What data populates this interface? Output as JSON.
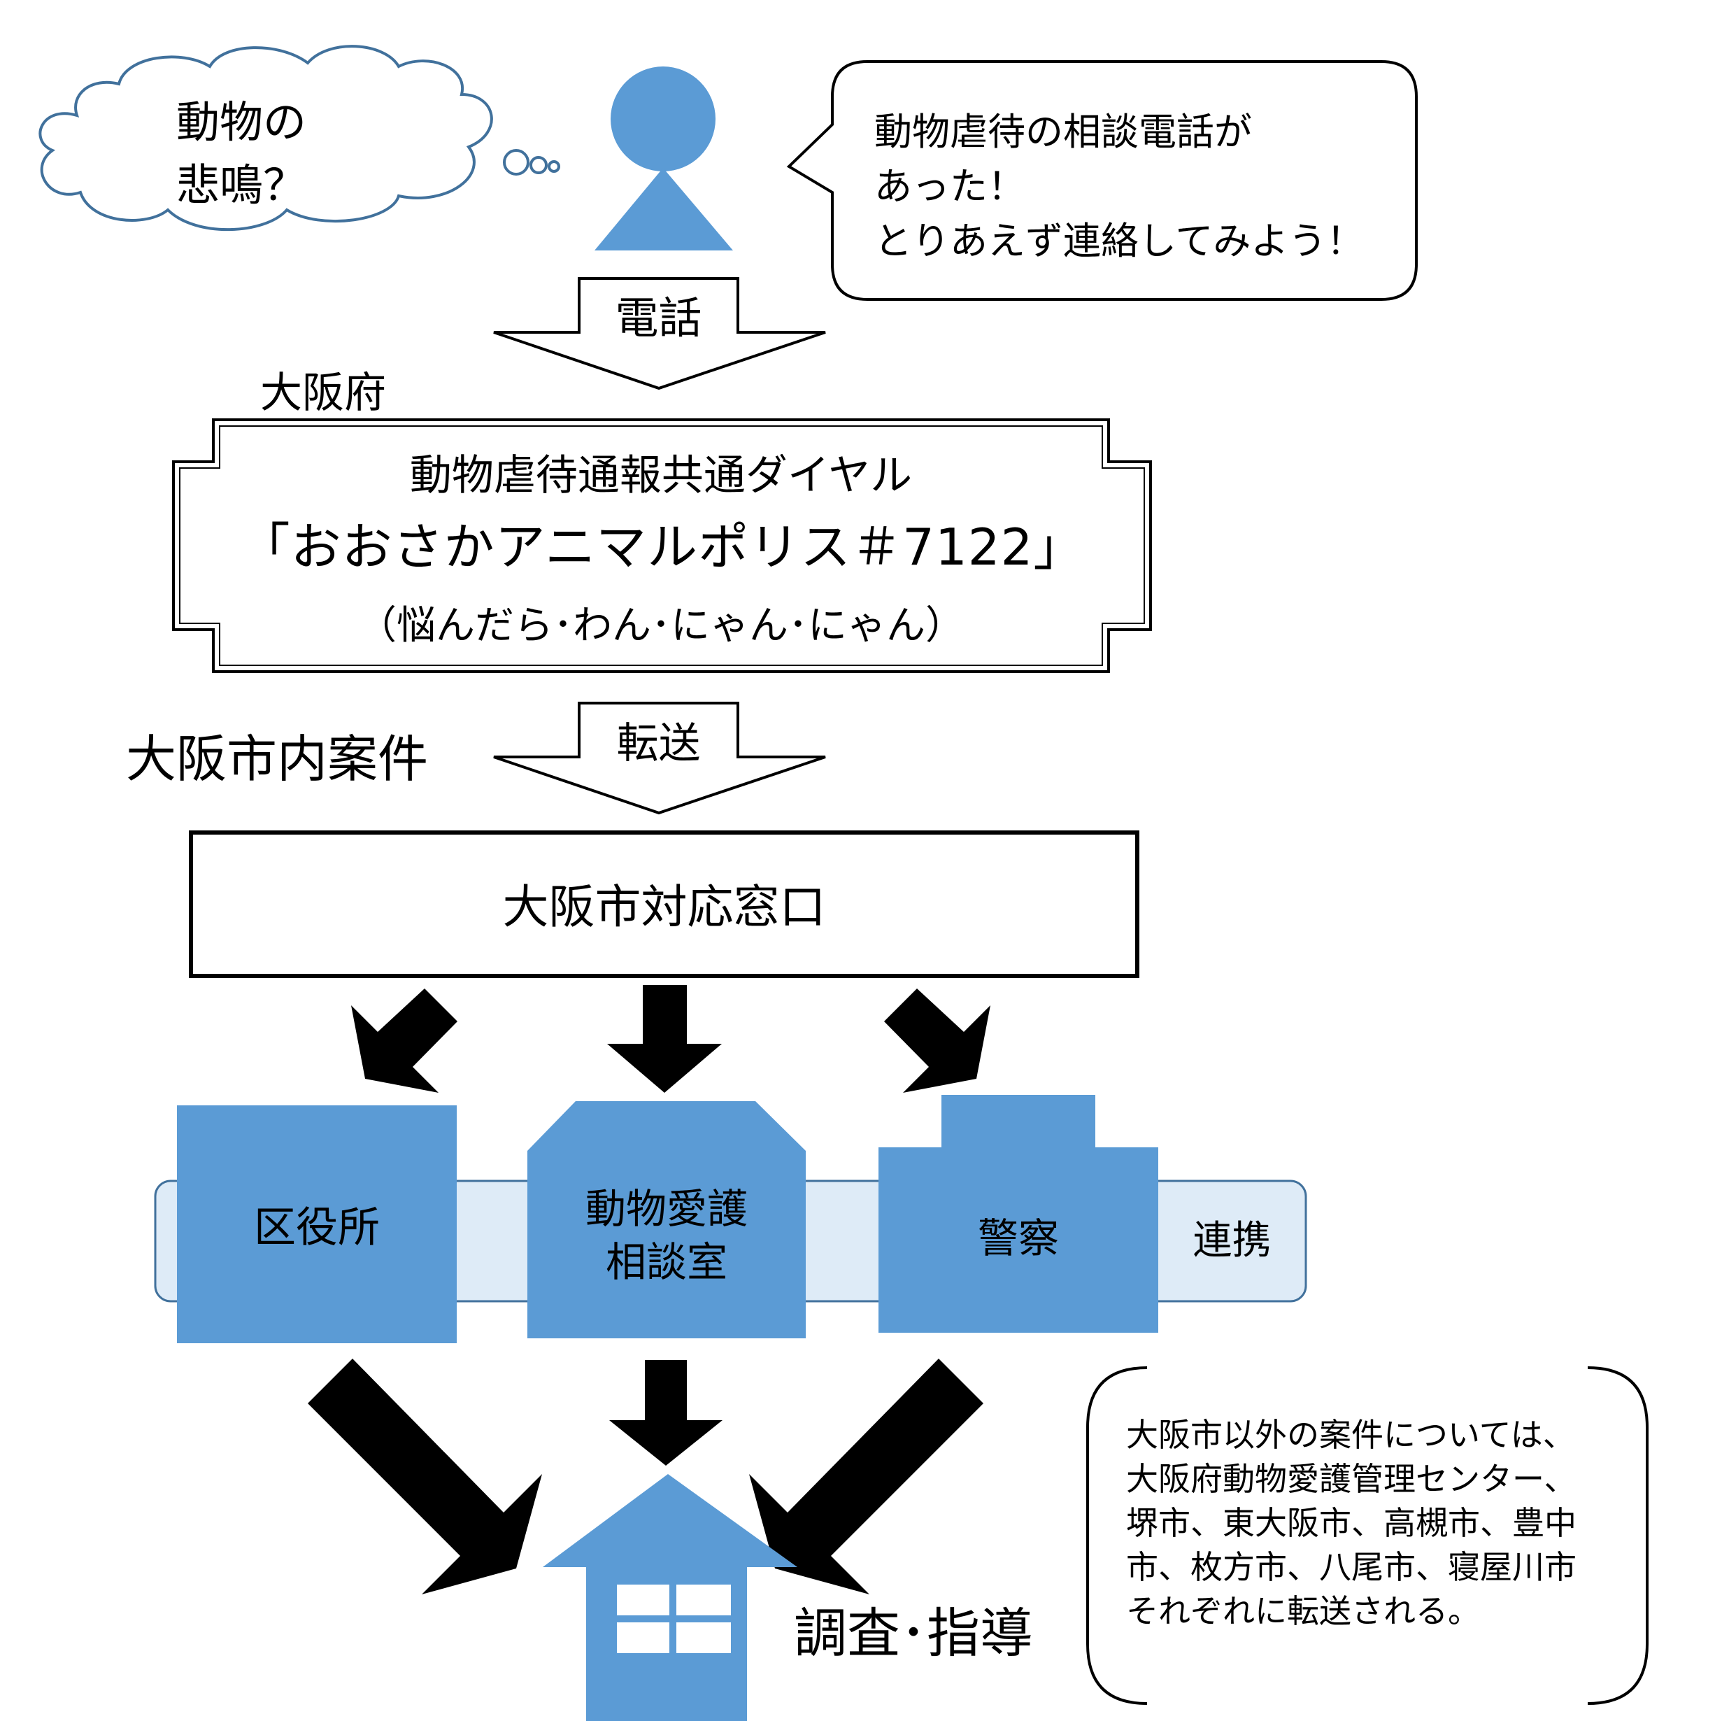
{
  "thought": {
    "line1": "動物の",
    "line2": "悲鳴？"
  },
  "speech": {
    "line1": "動物虐待の相談電話が",
    "line2": "あった！",
    "line3": "とりあえず連絡してみよう！"
  },
  "arrow_phone": {
    "label": "電話"
  },
  "prefecture_label": "大阪府",
  "dial_box": {
    "title": "動物虐待通報共通ダイヤル",
    "name": "「おおさかアニマルポリス＃7122」",
    "reading": "（悩んだら･わん･にゃん･にゃん）"
  },
  "city_case_label": "大阪市内案件",
  "arrow_transfer": {
    "label": "転送"
  },
  "city_window": {
    "label": "大阪市対応窓口"
  },
  "agencies": {
    "ward_office": "区役所",
    "animal_center_line1": "動物愛護",
    "animal_center_line2": "相談室",
    "police": "警察",
    "cooperation": "連携"
  },
  "result_label": "調査･指導",
  "note": {
    "line1": "大阪市以外の案件については、",
    "line2": "大阪府動物愛護管理センター、",
    "line3": "堺市、東大阪市、高槻市、豊中",
    "line4": "市、枚方市、八尾市、寝屋川市",
    "line5": "それぞれに転送される。"
  },
  "colors": {
    "primary_blue": "#5b9bd5",
    "light_blue": "#deebf7",
    "cloud_border": "#41719c",
    "black": "#000000",
    "white": "#ffffff"
  },
  "icons": [
    "thought-cloud-icon",
    "person-icon",
    "speech-bubble-icon",
    "down-arrow-icon",
    "house-icon",
    "office-building-icon",
    "police-building-icon"
  ]
}
